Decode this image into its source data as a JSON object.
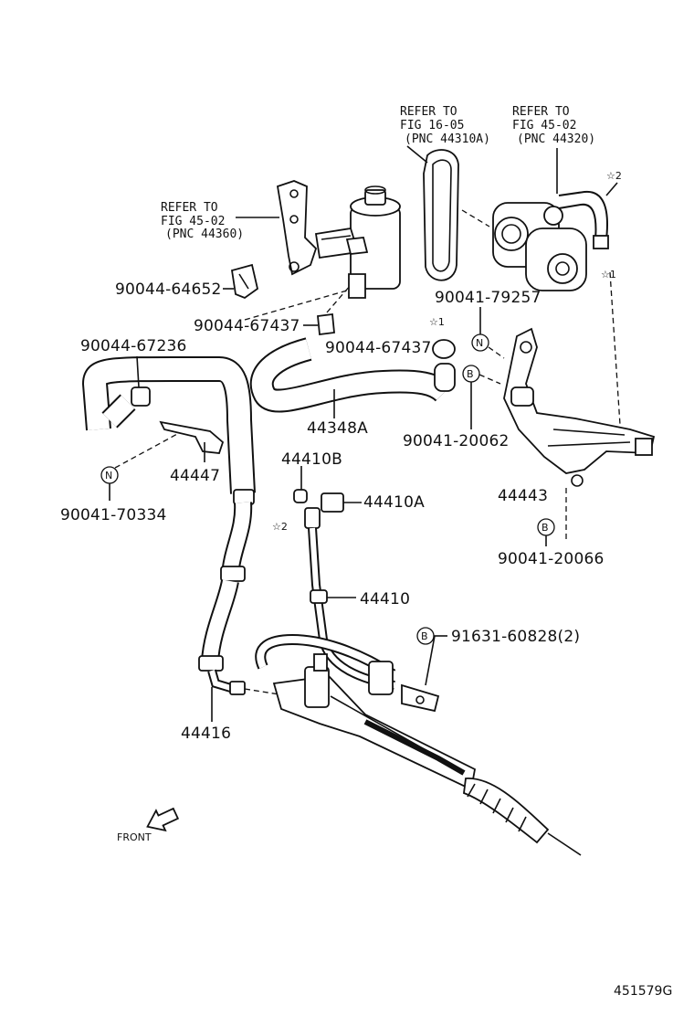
{
  "refs": {
    "belt": {
      "line1": "REFER TO",
      "line2": "FIG 16-05",
      "line3": "(PNC 44310A)"
    },
    "pump": {
      "line1": "REFER TO",
      "line2": "FIG 45-02",
      "line3": "(PNC 44320)"
    },
    "reservoir": {
      "line1": "REFER TO",
      "line2": "FIG 45-02",
      "line3": "(PNC 44360)"
    }
  },
  "parts": {
    "clip_64652": "90044-64652",
    "clamp_67437_a": "90044-67437",
    "clamp_67437_b": "90044-67437",
    "clamp_67236": "90044-67236",
    "bolt_79257": "90041-79257",
    "hose_44348a": "44348A",
    "bolt_20062": "90041-20062",
    "bracket_44447": "44447",
    "bolt_70334": "90041-70334",
    "gasket_44410b": "44410B",
    "union_44410a": "44410A",
    "bracket_44443": "44443",
    "bolt_20066": "90041-20066",
    "tube_44410": "44410",
    "bolt_91631": "91631-60828(2)",
    "tube_44416": "44416"
  },
  "markers": {
    "n": "N",
    "b": "B",
    "star1": "☆1",
    "star2": "☆2"
  },
  "front_label": "FRONT",
  "figure_id": "451579G"
}
